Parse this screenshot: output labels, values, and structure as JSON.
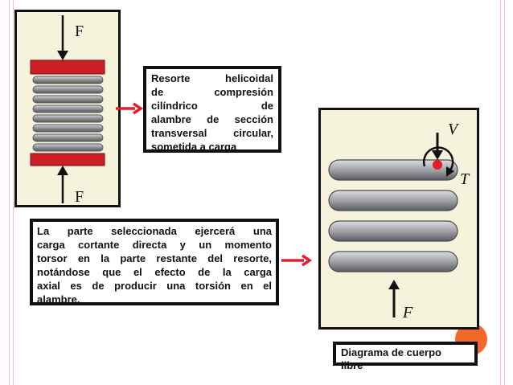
{
  "slide": {
    "top_box_lines": [
      "Resorte helicoidal",
      "de compresión",
      "cilíndrico de",
      "alambre de sección",
      "transversal circular,",
      "sometida a carga"
    ],
    "middle_box_lines": [
      "La parte seleccionada ejercerá una",
      "carga cortante directa y un momento",
      "torsor en la parte restante del resorte,",
      "notándose que el efecto de la carga",
      "axial es de producir una torsión en el",
      "alambre."
    ],
    "bottom_box_lines": [
      "Diagrama de cuerpo",
      "libre"
    ]
  },
  "spring_figure": {
    "force_top": "F",
    "force_bottom": "F"
  },
  "fbd_figure": {
    "shear_label": "V",
    "torque_label": "T",
    "force_label": "F"
  },
  "colors": {
    "accent_red": "#e51d2b",
    "plate_red": "#cc1f26",
    "panel_bg": "#f6f3dc",
    "spring_gray": "#8e9096",
    "decor_orange": "#f26a2a"
  }
}
